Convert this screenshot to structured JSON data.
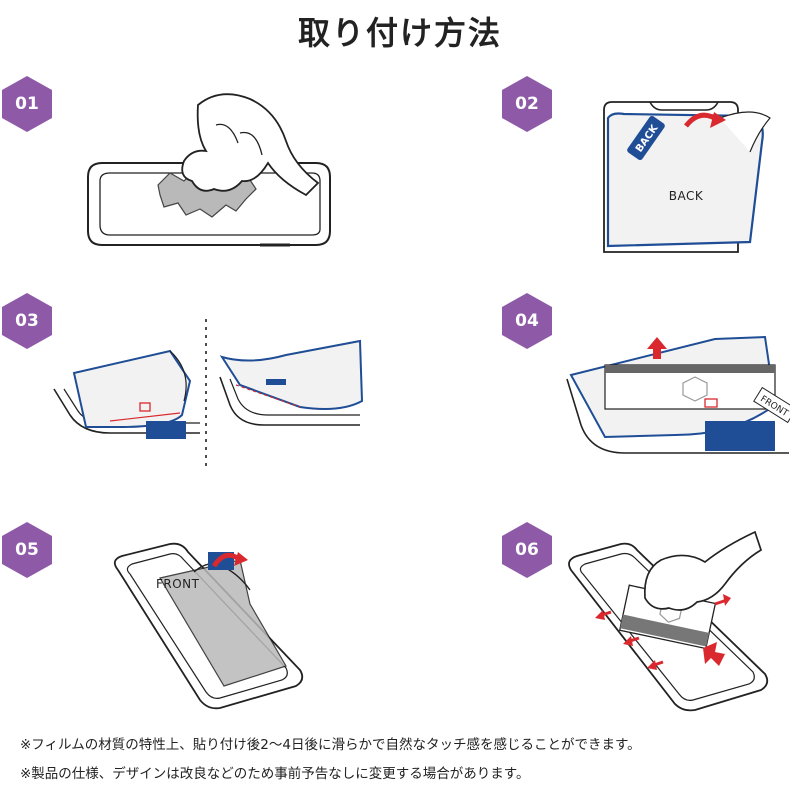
{
  "title": "取り付け方法",
  "steps": [
    {
      "number": "01"
    },
    {
      "number": "02",
      "card_label": "BACK",
      "tab_label": "BACK"
    },
    {
      "number": "03"
    },
    {
      "number": "04",
      "tab_label": "FRONT"
    },
    {
      "number": "05",
      "film_label": "FRONT"
    },
    {
      "number": "06"
    }
  ],
  "notes": [
    "※フィルムの材質の特性上、貼り付け後2〜4日後に滑らかで自然なタッチ感を感じることができます。",
    "※製品の仕様、デザインは改良などのため事前予告なしに変更する場合があります。"
  ],
  "colors": {
    "badge": "#8e5aa8",
    "accent_blue": "#1f4e96",
    "accent_red": "#d9282e",
    "line": "#222222",
    "film_gray": "#b9b9b9"
  }
}
